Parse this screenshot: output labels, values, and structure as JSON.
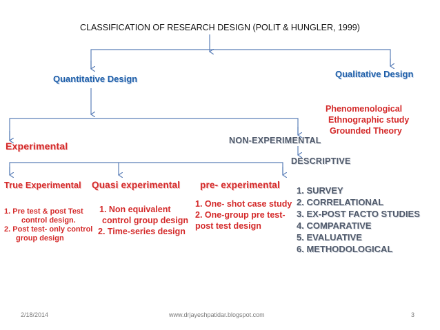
{
  "title": "CLASSIFICATION OF RESEARCH DESIGN (POLIT & HUNGLER, 1999)",
  "quantitative": "Quantitative Design",
  "qualitative": "Qualitative Design",
  "qualitative_items": [
    "Phenomenological",
    "Ethnographic study",
    "Grounded  Theory"
  ],
  "experimental": "Experimental",
  "non_experimental": "NON-EXPERIMENTAL",
  "descriptive": "DESCRIPTIVE",
  "true_experimental": "True Experimental",
  "quasi_experimental": "Quasi experimental",
  "pre_experimental": "pre- experimental",
  "true_items": [
    "1. Pre test & post Test",
    "control design.",
    "2. Post test- only control",
    "group  design"
  ],
  "quasi_items": [
    "1.   Non equivalent",
    "control group design",
    "2. Time-series design"
  ],
  "pre_items": [
    "1. One- shot case study",
    "2. One-group pre test-",
    "post test design"
  ],
  "descriptive_items": [
    "1.   SURVEY",
    "2.   CORRELATIONAL",
    "3.   EX-POST FACTO STUDIES",
    "4.   COMPARATIVE",
    "5.   EVALUATIVE",
    "6.   METHODOLOGICAL"
  ],
  "footer": {
    "date": "2/18/2014",
    "url": "www.drjayeshpatidar.blogspot.com",
    "page": "3"
  },
  "colors": {
    "connector": "#5b7fb8",
    "blue": "#1f5fa8",
    "red": "#d42a2a",
    "gray": "#505a6b"
  }
}
